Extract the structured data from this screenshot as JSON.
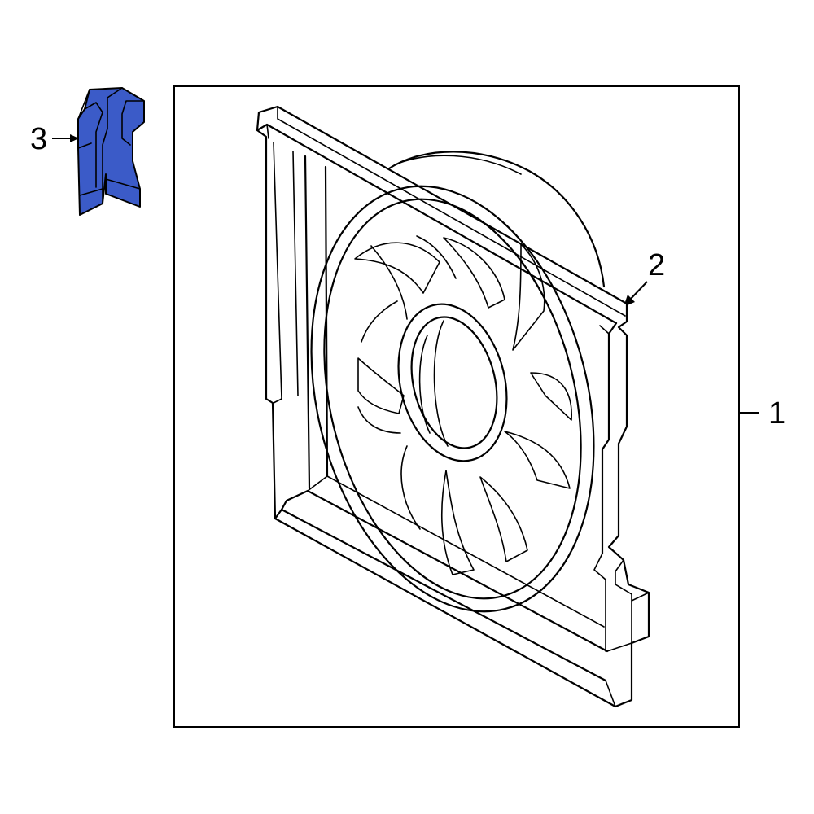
{
  "callouts": {
    "one": "1",
    "two": "2",
    "three": "3"
  },
  "colors": {
    "highlight": "#3b5bc8",
    "line": "#000000",
    "background": "#ffffff"
  },
  "parts": [
    {
      "id": "1",
      "icon": "fan-shroud-assembly"
    },
    {
      "id": "2",
      "icon": "shroud-housing"
    },
    {
      "id": "3",
      "icon": "retaining-clip"
    }
  ]
}
